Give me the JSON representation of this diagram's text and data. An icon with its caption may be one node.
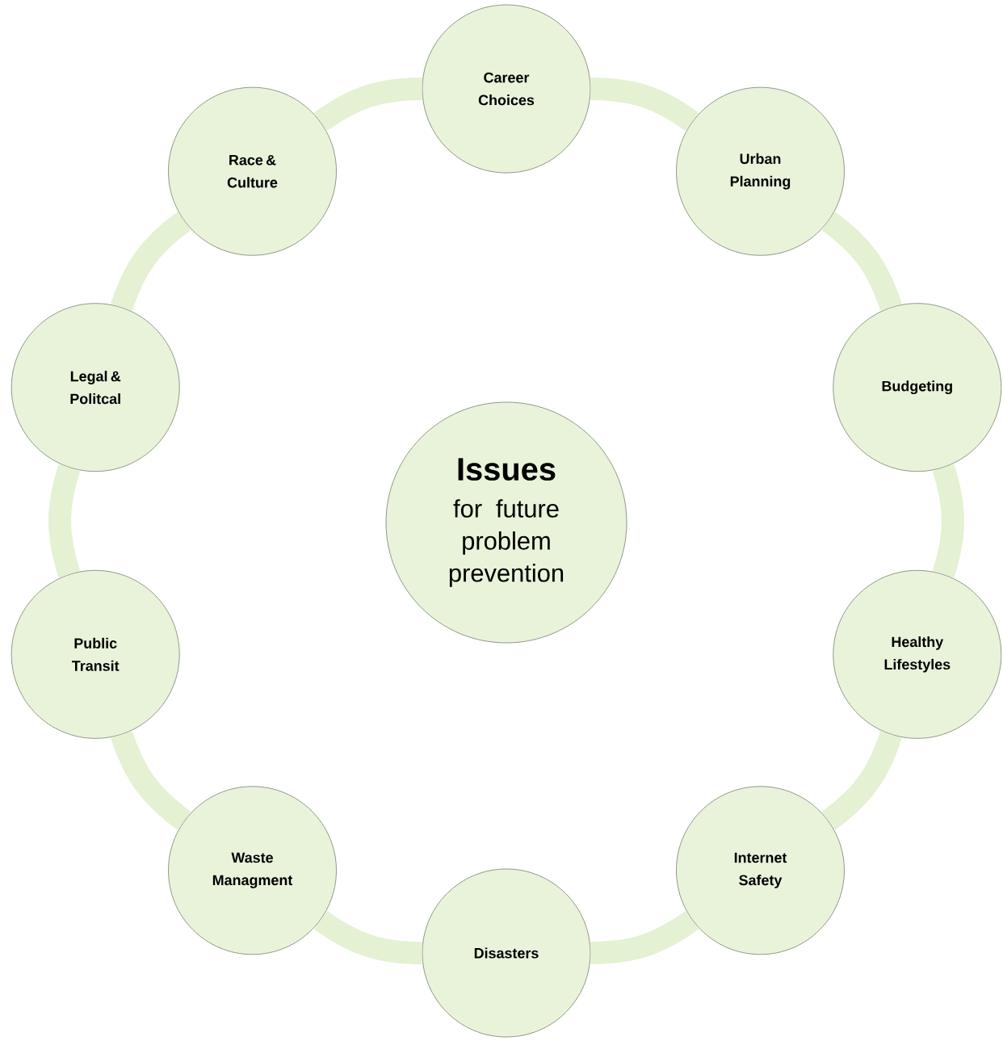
{
  "diagram": {
    "nodes": [
      {
        "text": [
          "Issues",
          "for future problem prevention"
        ]
      },
      {
        "text": [
          "Career Choices"
        ]
      },
      {
        "text": [
          "Urban Planning"
        ]
      },
      {
        "text": [
          "Budgeting"
        ]
      },
      {
        "text": [
          "Healthy Lifestyles"
        ]
      },
      {
        "text": [
          "Internet Safety"
        ]
      },
      {
        "text": [
          "Disasters"
        ]
      },
      {
        "text": [
          "Waste Managment"
        ]
      },
      {
        "text": [
          "Public Transit"
        ]
      },
      {
        "text": [
          "Legal & Politcal"
        ]
      },
      {
        "text": [
          "Race & Culture"
        ]
      }
    ],
    "edges": [
      {
        "from": 1,
        "to": 2,
        "arrow": "none"
      },
      {
        "from": 2,
        "to": 3,
        "arrow": "none"
      },
      {
        "from": 3,
        "to": 4,
        "arrow": "none"
      },
      {
        "from": 4,
        "to": 5,
        "arrow": "none"
      },
      {
        "from": 5,
        "to": 6,
        "arrow": "none"
      },
      {
        "from": 6,
        "to": 7,
        "arrow": "none"
      },
      {
        "from": 7,
        "to": 8,
        "arrow": "none"
      },
      {
        "from": 8,
        "to": 9,
        "arrow": "none"
      },
      {
        "from": 9,
        "to": 10,
        "arrow": "none"
      },
      {
        "from": 10,
        "to": 1,
        "arrow": "none"
      }
    ]
  }
}
